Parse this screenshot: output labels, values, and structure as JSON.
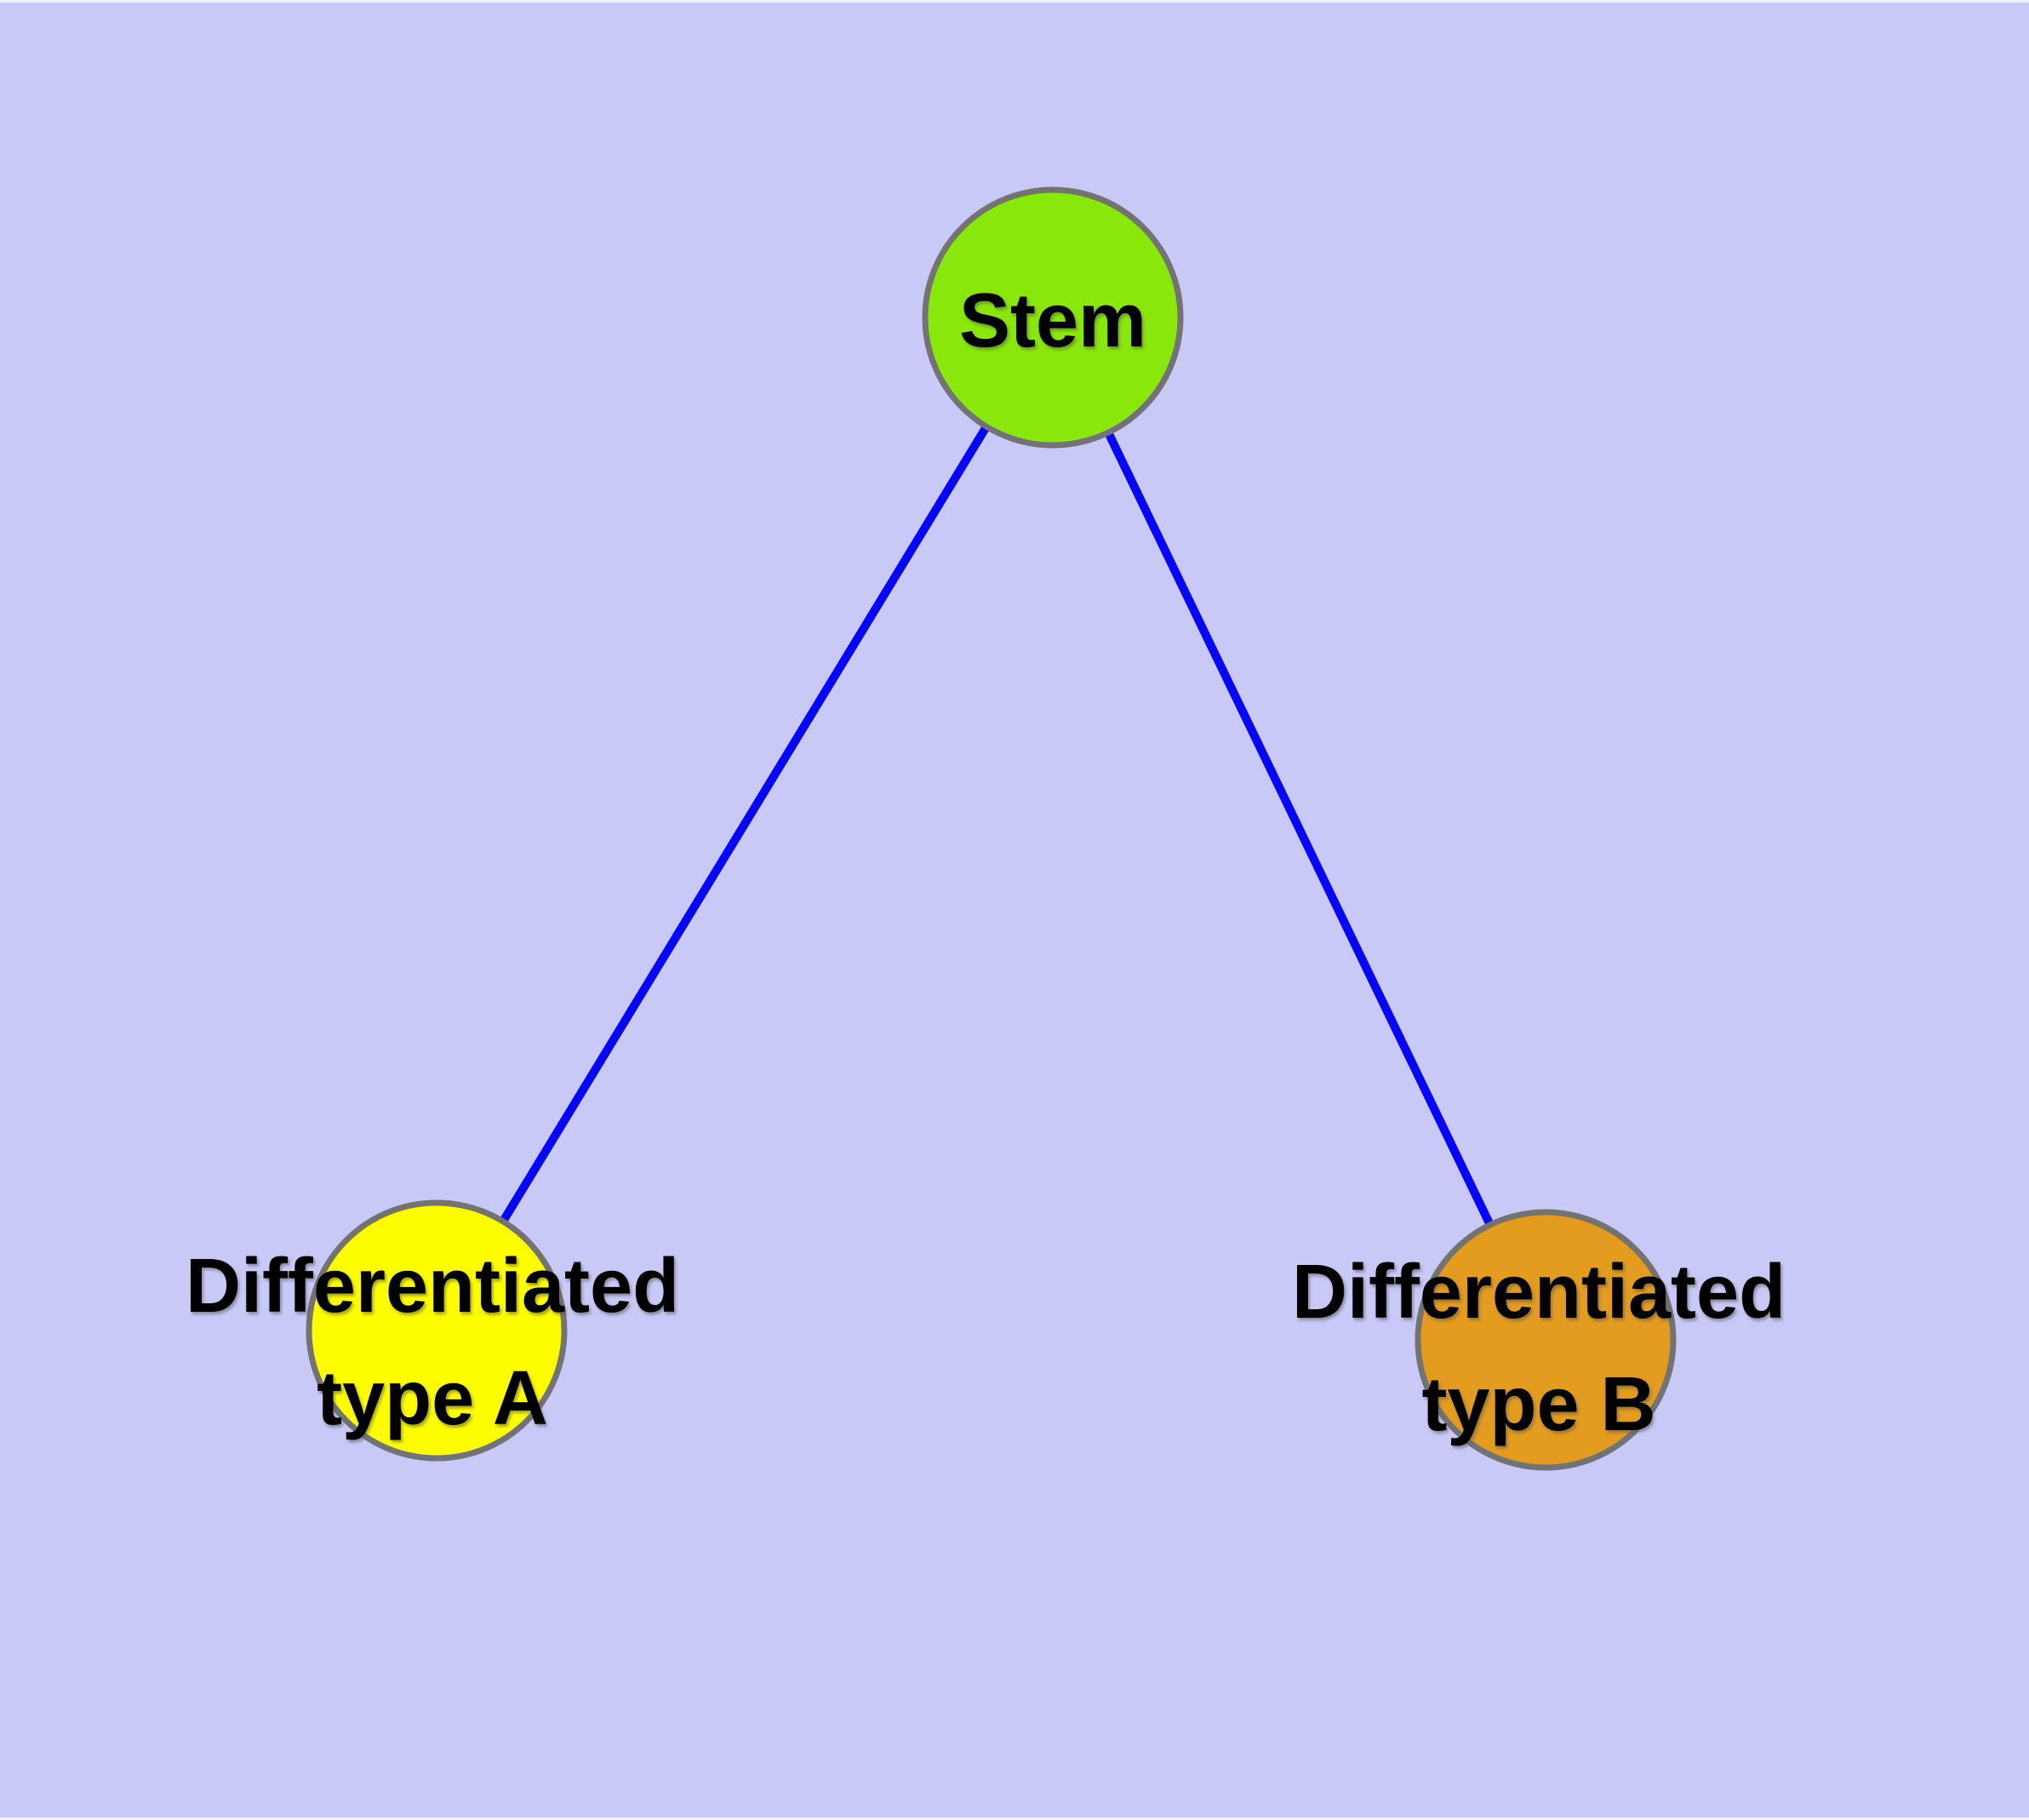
{
  "diagram": {
    "background_color": "#C9C9F7",
    "edge_color": "#0606F5",
    "node_border_color": "#737373",
    "text_color": "#000000",
    "nodes": [
      {
        "id": "stem",
        "label": "Stem",
        "lines": [
          "Stem"
        ],
        "fill": "#8AE70C"
      },
      {
        "id": "type-a",
        "label": "Differentiated type A",
        "lines": [
          "Differentiated",
          "type A"
        ],
        "fill": "#FDFD00"
      },
      {
        "id": "type-b",
        "label": "Differentiated type B",
        "lines": [
          "Differentiated",
          "type B"
        ],
        "fill": "#E39B20"
      }
    ],
    "edges": [
      {
        "from": "Stem",
        "to": "Differentiated type A"
      },
      {
        "from": "Stem",
        "to": "Differentiated type B"
      }
    ]
  }
}
